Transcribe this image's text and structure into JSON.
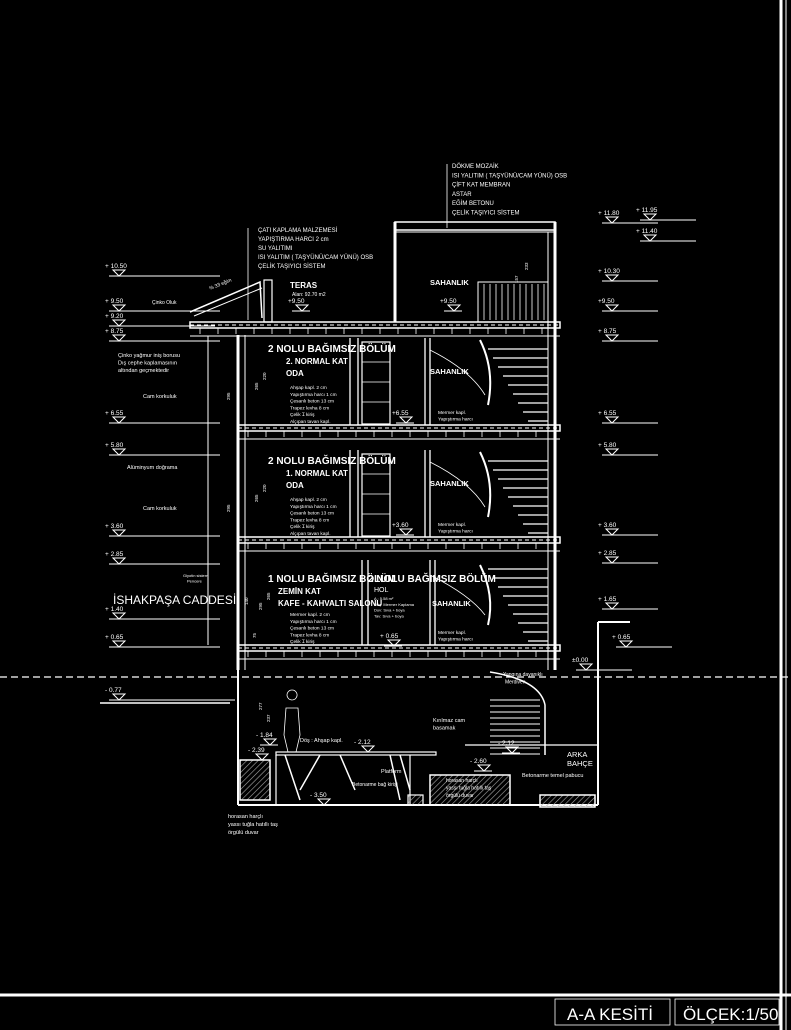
{
  "title_block": {
    "drawing_title": "A-A KESİTİ",
    "scale": "ÖLÇEK:1/50"
  },
  "street_label": "İSHAKPAŞA CADDESİ",
  "roof_notes_left": [
    "ÇATI KAPLAMA MALZEMESİ",
    "YAPIŞTIRMA HARCI 2 cm",
    "SU YALITIMI",
    "ISI YALITIM ( TAŞYÜNÜ/CAM YÜNÜ) OSB",
    "ÇELİK TAŞIYICI SİSTEM"
  ],
  "roof_notes_right": [
    "DÖKME MOZAİK",
    "ISI YALITIM ( TAŞYÜNÜ/CAM YÜNÜ) OSB",
    "ÇİFT KAT MEMBRAN",
    "ASTAR",
    "EĞİM BETONU",
    "ÇELİK TAŞIYICI SİSTEM"
  ],
  "terrace": {
    "name": "TERAS",
    "area": "Alan: 92.70 m2",
    "slope": "% 33 eğim",
    "gutter": "Çinko Oluk"
  },
  "landing": "SAHANLIK",
  "floor2": {
    "unit": "2 NOLU BAĞIMSIZ BÖLÜM",
    "floor": "2. NORMAL KAT",
    "room": "ODA"
  },
  "floor1": {
    "unit": "2 NOLU BAĞIMSIZ BÖLÜM",
    "floor": "1. NORMAL KAT",
    "room": "ODA"
  },
  "ground": {
    "unit1": "1 NOLU BAĞIMSIZ BÖLÜM",
    "unit2": "2 NOLU BAĞIMSIZ BÖLÜM",
    "floor": "ZEMİN KAT",
    "room": "KAFE - KAHVALTI SALONU",
    "hall": "HOL",
    "hall_info": [
      "A : 5.58 m²",
      "Döş: Mermer Kaplama",
      "Duv: Sıva + boya",
      "Tav: Sıva + boya"
    ]
  },
  "floor_layers": [
    "Ahşap kapl.        2 cm",
    "Yapıştırma harcı  1 cm",
    "Çesanlı beton    13 cm",
    "Trapez levha       8 cm",
    "Çelik Ɪ kiriş",
    "Alçıpan tavan kapl."
  ],
  "ground_layers": [
    "Mermer kapl.        2 cm",
    "Yapıştırma harcı  1 cm",
    "Çesanlı beton    13 cm",
    "Trapez levha       8 cm",
    "Çelik Ɪ kiriş"
  ],
  "landing_layers": [
    "Mermer kapl.",
    "Yapıştırma harcı"
  ],
  "side_notes": {
    "downpipe": [
      "Çinko yağmur iniş borusu",
      "Dış cephe kaplamasının",
      "altından geçmektedir"
    ],
    "glass_rail": "Cam korkuluk",
    "aluminium": "Alüminyum doğrama",
    "window": [
      "Giyotin sistem",
      "Pencere"
    ]
  },
  "basement": {
    "floor_finish": "Döş : Ahşap kapl.",
    "platform": "Platform",
    "tie_beam": "Betonarme bağ kirişi",
    "wall": [
      "horasan harçlı",
      "yassı tuğla hatıllı taş",
      "örgülü duvar"
    ],
    "glass_step": [
      "Kırılmaz cam",
      "basamak"
    ],
    "fire_stair": [
      "Yangına dayanıklı",
      "Merdiven"
    ],
    "garden": [
      "ARKA",
      "BAHÇE"
    ],
    "footing": "Betonarme temel pabucu"
  },
  "levels_left": [
    "+ 10.50",
    "+ 9.50",
    "+ 9.20",
    "+ 8.75",
    "+ 6.55",
    "+ 5.80",
    "+ 3.60",
    "+ 2.85",
    "+ 1.40",
    "+ 0.65",
    "- 0.77"
  ],
  "levels_right": [
    "+ 11.80",
    "+ 11.95",
    "+ 11.40",
    "+ 10.30",
    "+9.50",
    "+ 8.75",
    "+ 6.55",
    "+ 5.80",
    "+ 3.60",
    "+ 2.85",
    "+ 1.65",
    "+ 0.65",
    "±0.00"
  ],
  "levels_inner": [
    "+9.50",
    "+9.50",
    "+6.55",
    "+3.60",
    "+ 0.65",
    "- 1.84",
    "- 2.39",
    "- 2.12",
    "- 3.50",
    "- 2.60",
    "- 2.12"
  ],
  "dimensions": [
    "295",
    "265",
    "220",
    "295",
    "265",
    "220",
    "295",
    "265",
    "140",
    "75",
    "277",
    "237",
    "233",
    "157"
  ]
}
